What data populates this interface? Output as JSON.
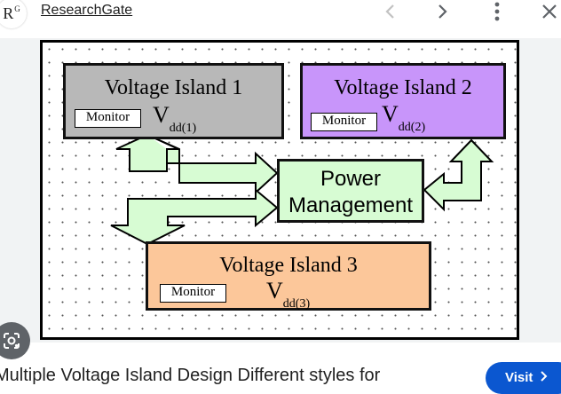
{
  "header": {
    "logo_text": "R",
    "logo_sup": "G",
    "source_name": "ResearchGate",
    "icons": {
      "prev": "chevron-left-icon",
      "next": "chevron-right-icon",
      "more": "more-vert-icon",
      "close": "close-icon"
    }
  },
  "figure": {
    "island1": {
      "title": "Voltage Island 1",
      "monitor": "Monitor",
      "vdd_main": "V",
      "vdd_sub": "dd(1)",
      "color": "#b8b8b8"
    },
    "island2": {
      "title": "Voltage Island 2",
      "monitor": "Monitor",
      "vdd_main": "V",
      "vdd_sub": "dd(2)",
      "color": "#c895fa"
    },
    "island3": {
      "title": "Voltage Island 3",
      "monitor": "Monitor",
      "vdd_main": "V",
      "vdd_sub": "dd(3)",
      "color": "#fcc79a"
    },
    "power_management": {
      "line1": "Power",
      "line2": "Management",
      "color": "#d7fcd3"
    },
    "arrow_color": "#d7fcd3"
  },
  "lens_icon": "lens-icon",
  "footer": {
    "caption": "Multiple Voltage Island Design Different styles for",
    "visit_label": "Visit"
  },
  "colors": {
    "accent": "#0b57d0",
    "preview_bg": "#f1f3f4"
  }
}
